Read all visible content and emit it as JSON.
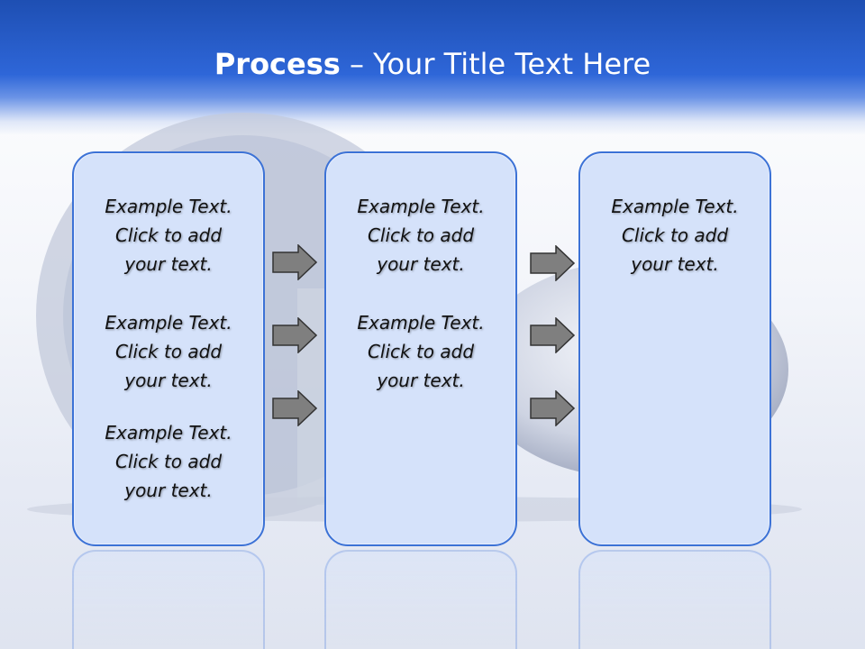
{
  "title": {
    "bold": "Process",
    "rest": " – Your Title Text Here"
  },
  "panels": [
    {
      "blocks": [
        [
          "Example Text.",
          "Click  to add",
          "your text."
        ],
        [
          "Example Text.",
          "Click  to add",
          "your text."
        ],
        [
          "Example Text.",
          "Click  to add",
          "your text."
        ]
      ]
    },
    {
      "blocks": [
        [
          "Example Text.",
          "Click  to add",
          "your text."
        ],
        [
          "Example Text.",
          "Click  to add",
          "your text."
        ]
      ]
    },
    {
      "blocks": [
        [
          "Example Text.",
          "Click  to add",
          "your text."
        ]
      ]
    }
  ],
  "colors": {
    "header": "#2e66d8",
    "panel_fill": "#d5e2fa",
    "panel_border": "#3c72d6",
    "arrow_fill": "#7f7f7f"
  }
}
